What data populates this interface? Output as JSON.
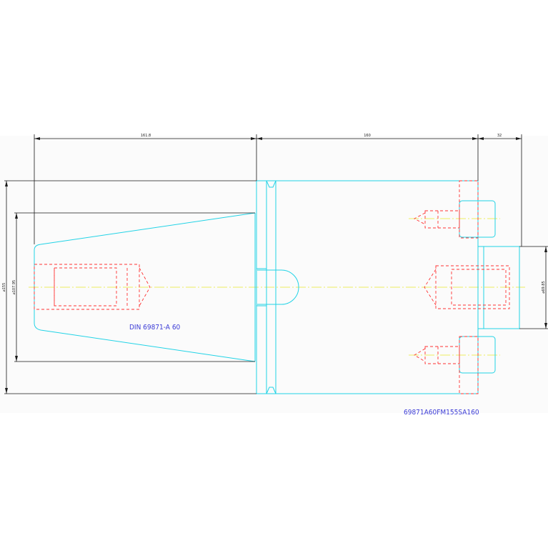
{
  "drawing": {
    "standard_label": "DIN 69871-A 60",
    "part_number": "69871A60FM155SA160",
    "colors": {
      "geometry": "#22d3e6",
      "hidden": "#ff3333",
      "centerline": "#e8e830",
      "dimension": "#1a1a1a",
      "text": "#3b3bd6"
    }
  },
  "dimensions": {
    "taper_length": "161.8",
    "body_length": "160",
    "spigot_length": "32",
    "outer_diameter": "⌀155",
    "taper_diameter": "⌀107.95",
    "spigot_diameter": "⌀69.85"
  }
}
